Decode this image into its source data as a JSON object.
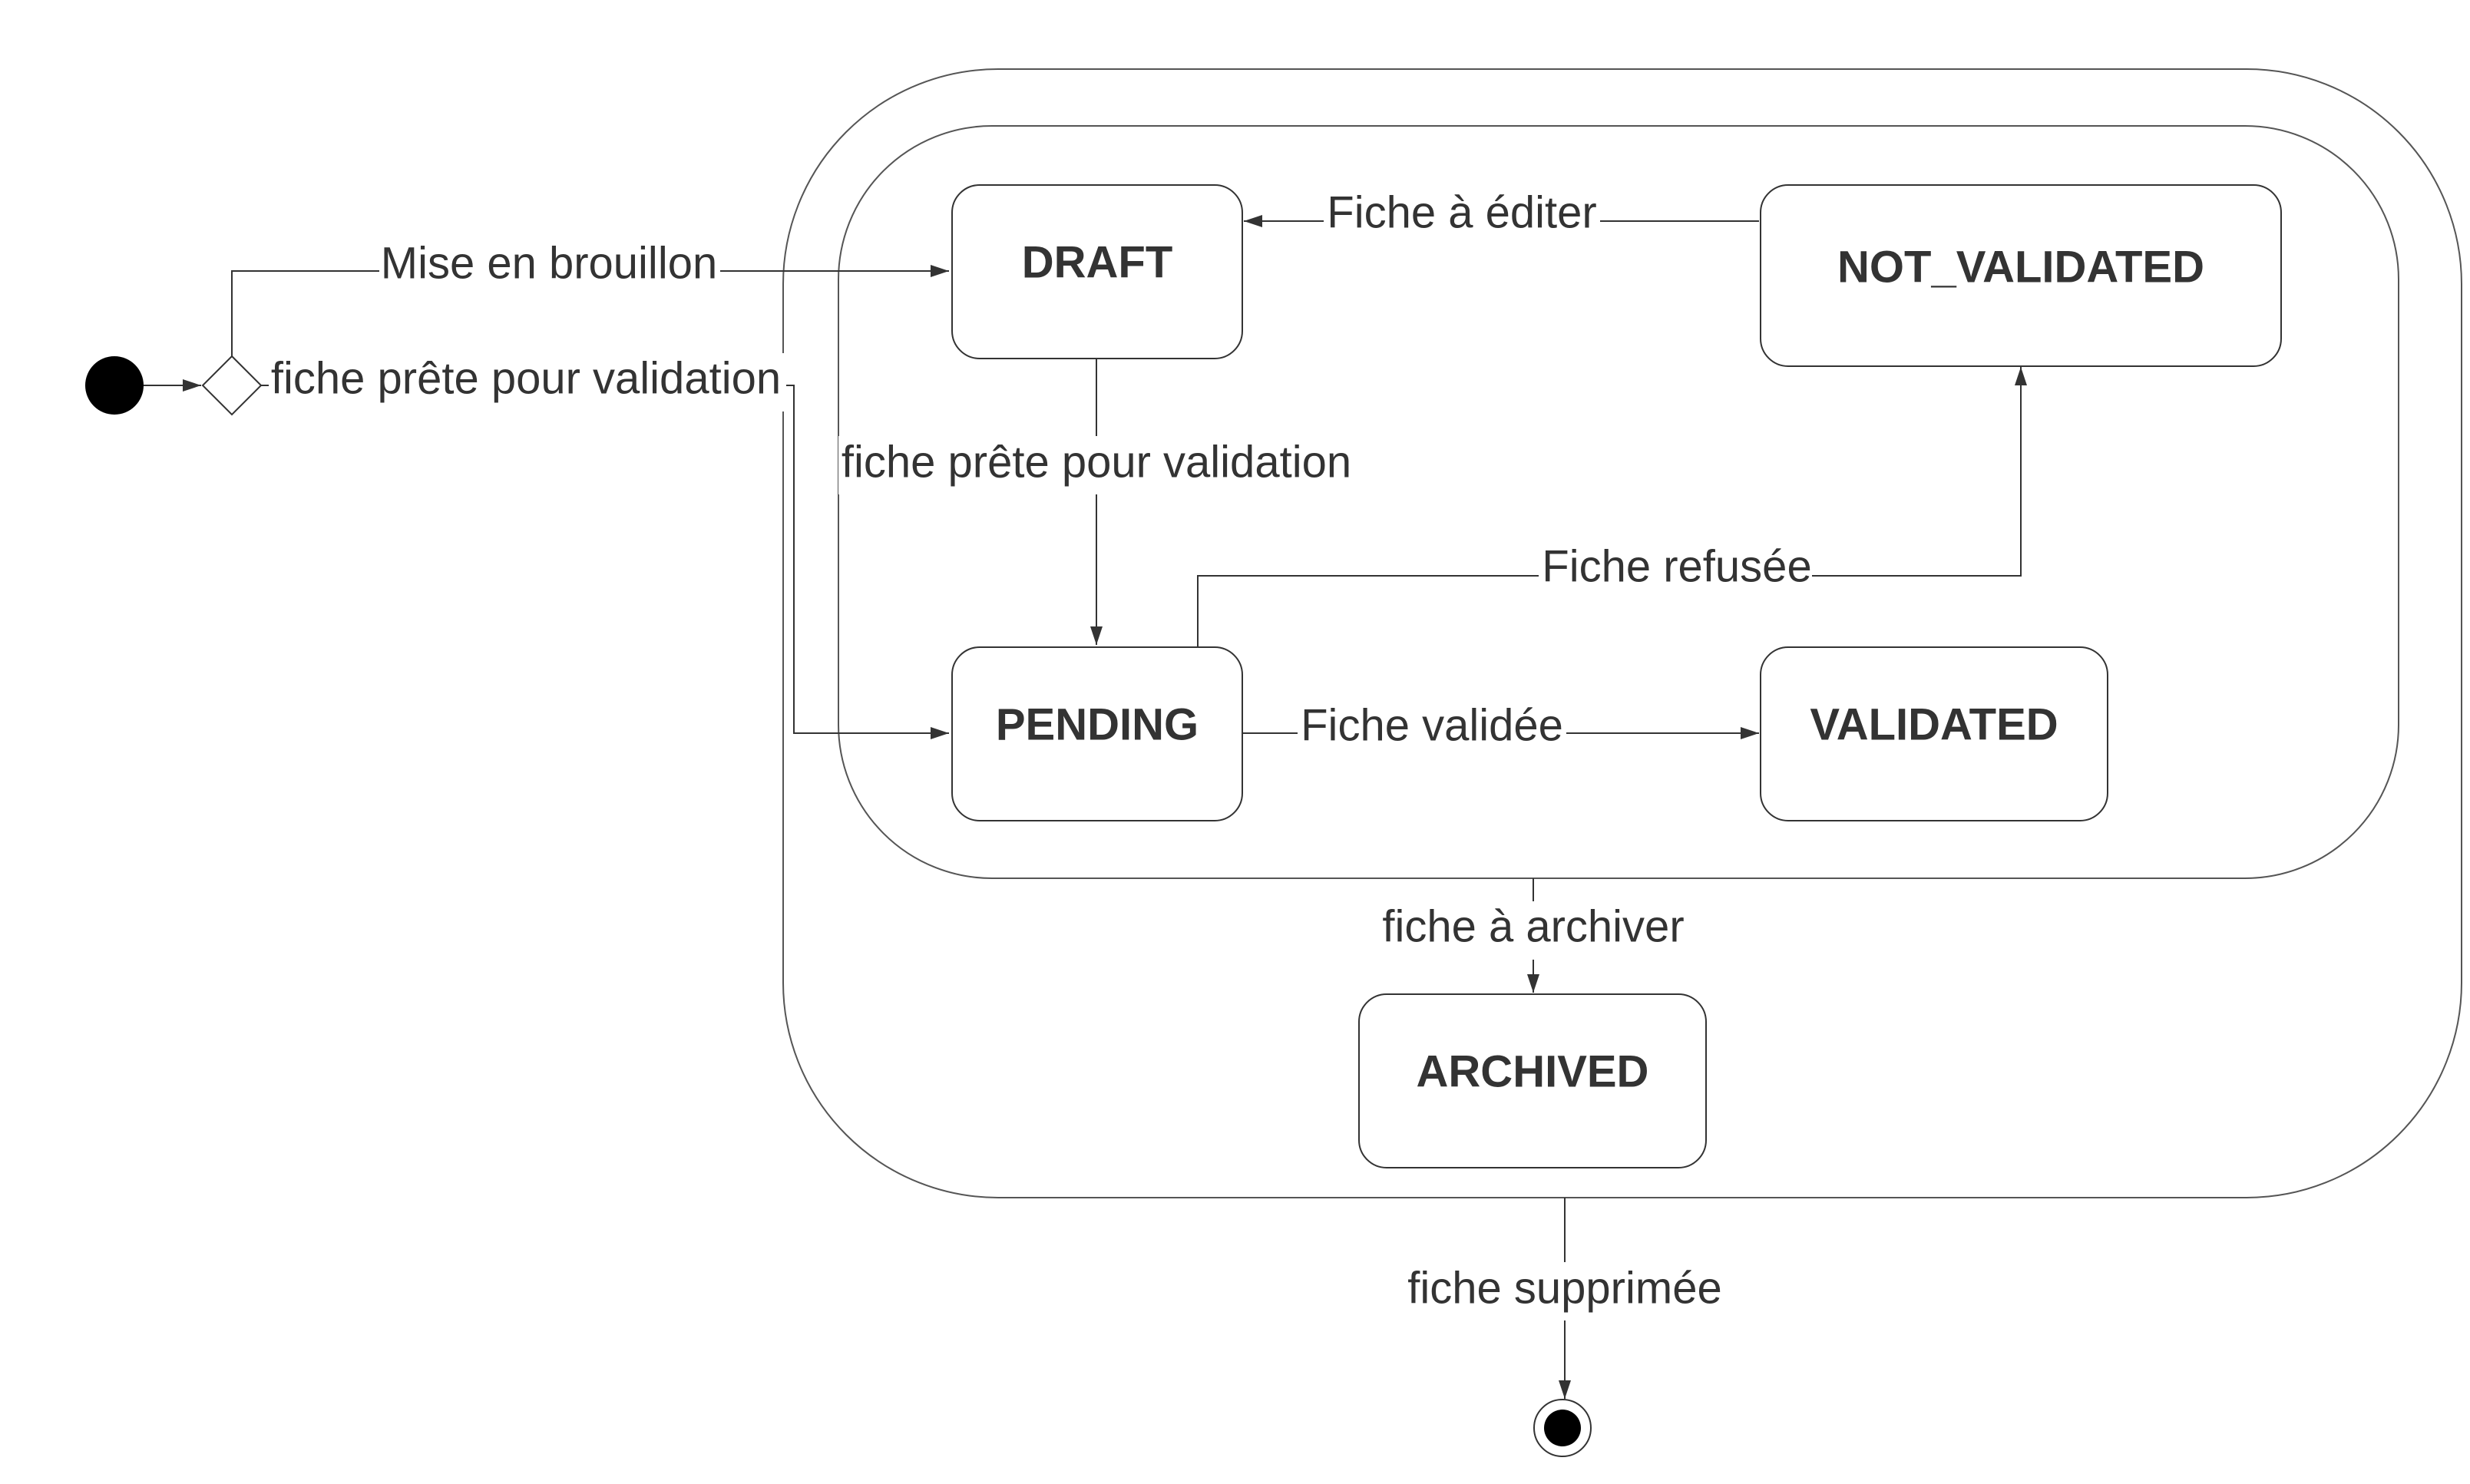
{
  "diagram": {
    "states": {
      "draft": "DRAFT",
      "not_validated": "NOT_VALIDATED",
      "pending": "PENDING",
      "validated": "VALIDATED",
      "archived": "ARCHIVED"
    },
    "transitions": {
      "initial_to_draft": "Mise en brouillon",
      "initial_to_pending": "fiche prête pour validation",
      "draft_to_pending": "fiche prête pour validation",
      "not_validated_to_draft": "Fiche à éditer",
      "pending_to_not_validated": "Fiche refusée",
      "pending_to_validated": "Fiche validée",
      "to_archived": "fiche à archiver",
      "to_final": "fiche supprimée"
    },
    "colors": {
      "stroke": "#333333",
      "text": "#333333",
      "node_fill": "#000000",
      "background": "#ffffff"
    }
  }
}
